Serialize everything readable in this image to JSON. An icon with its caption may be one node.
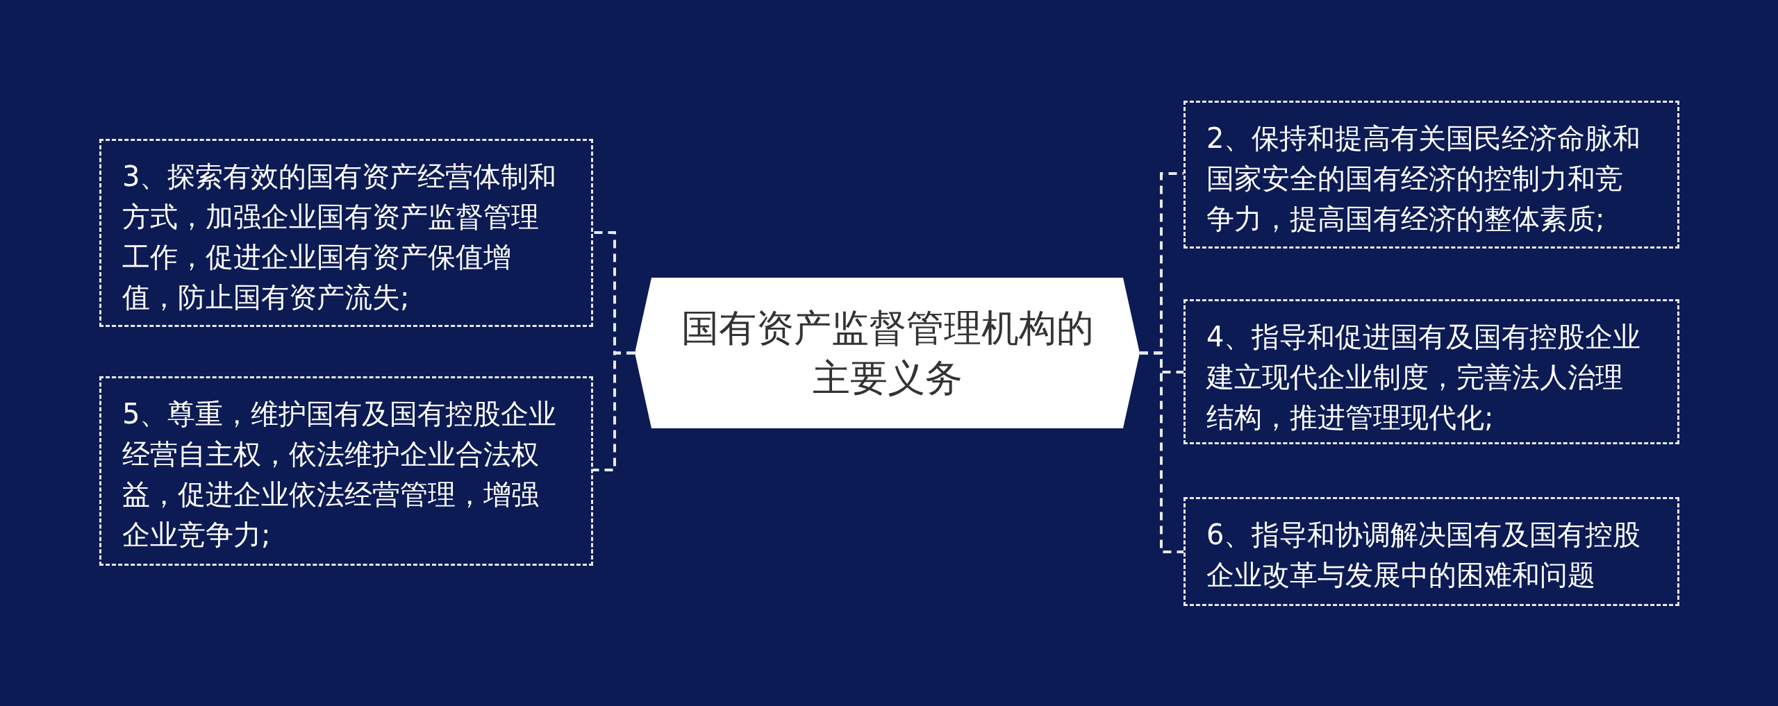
{
  "diagram": {
    "nodes": [
      {
        "text": [
          "国有资产监督管理机构的主要义务"
        ]
      },
      {
        "text": [
          "3、探索有效的国有资产经营体制和方式，加强企业国有资产监督管理工作，促进企业国有资产保值增值，防止国有资产流失;"
        ]
      },
      {
        "text": [
          "5、尊重，维护国有及国有控股企业经营自主权，依法维护企业合法权益，促进企业依法经营管理，增强企业竞争力;"
        ]
      },
      {
        "text": [
          "2、保持和提高有关国民经济命脉和国家安全的国有经济的控制力和竞争力，提高国有经济的整体素质;"
        ]
      },
      {
        "text": [
          "4、指导和促进国有及国有控股企业建立现代企业制度，完善法人治理结构，推进管理现代化;"
        ]
      },
      {
        "text": [
          "6、指导和协调解决国有及国有控股企业改革与发展中的困难和问题"
        ]
      }
    ],
    "edges": [
      {
        "from": 0,
        "to": 1,
        "arrow": "none",
        "style": "dashed"
      },
      {
        "from": 0,
        "to": 2,
        "arrow": "none",
        "style": "dashed"
      },
      {
        "from": 0,
        "to": 3,
        "arrow": "none",
        "style": "dashed"
      },
      {
        "from": 0,
        "to": 4,
        "arrow": "none",
        "style": "dashed"
      },
      {
        "from": 0,
        "to": 5,
        "arrow": "none",
        "style": "dashed"
      }
    ]
  }
}
